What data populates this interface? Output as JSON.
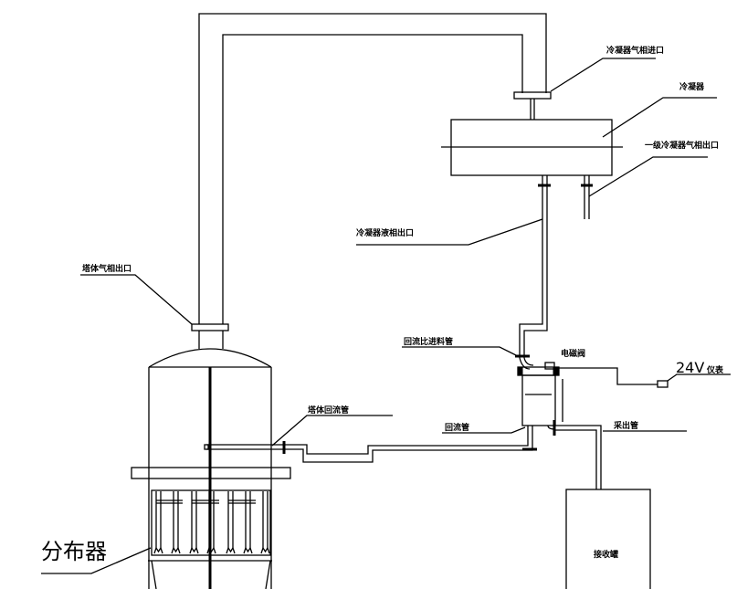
{
  "labels": {
    "condenser_vapor_inlet": "冷凝器气相进口",
    "condenser": "冷凝器",
    "primary_condenser_vapor_outlet": "一级冷凝器气相出口",
    "condenser_liquid_outlet": "冷凝器液相出口",
    "reflux_ratio_feed_pipe": "回流比进料管",
    "solenoid_valve": "电磁阀",
    "meter_voltage": "24V",
    "meter": "仪表",
    "tower_reflux_pipe": "塔体回流管",
    "reflux_pipe": "回流管",
    "output_pipe": "采出管",
    "receiving_tank": "接收罐",
    "tower_vapor_outlet": "塔体气相出口",
    "distributor": "分布器"
  }
}
